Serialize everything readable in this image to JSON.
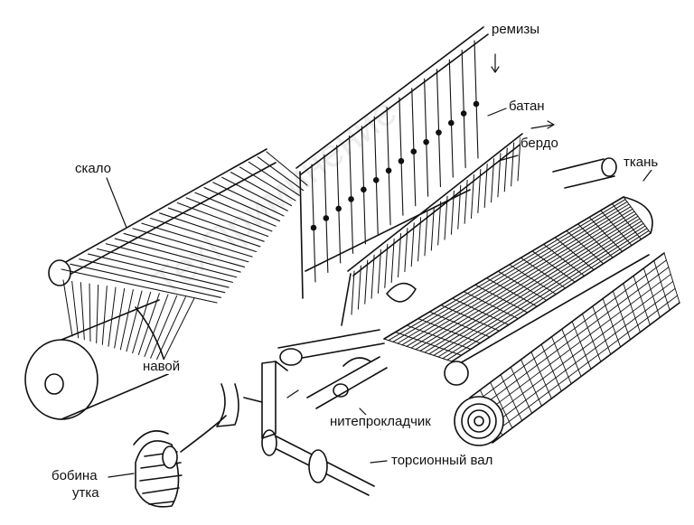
{
  "labels": {
    "remizy": "ремизы",
    "batan": "батан",
    "berdo": "бердо",
    "tkan": "ткань",
    "skalo": "скало",
    "navoy": "навой",
    "niteprokladchik": "нитепрокладчик",
    "torsionny_val": "торсионный вал",
    "bobina_line1": "бобина",
    "bobina_line2": "утка"
  },
  "watermark": "ТехПриминение",
  "colors": {
    "ink": "#111111",
    "paper": "#ffffff"
  }
}
